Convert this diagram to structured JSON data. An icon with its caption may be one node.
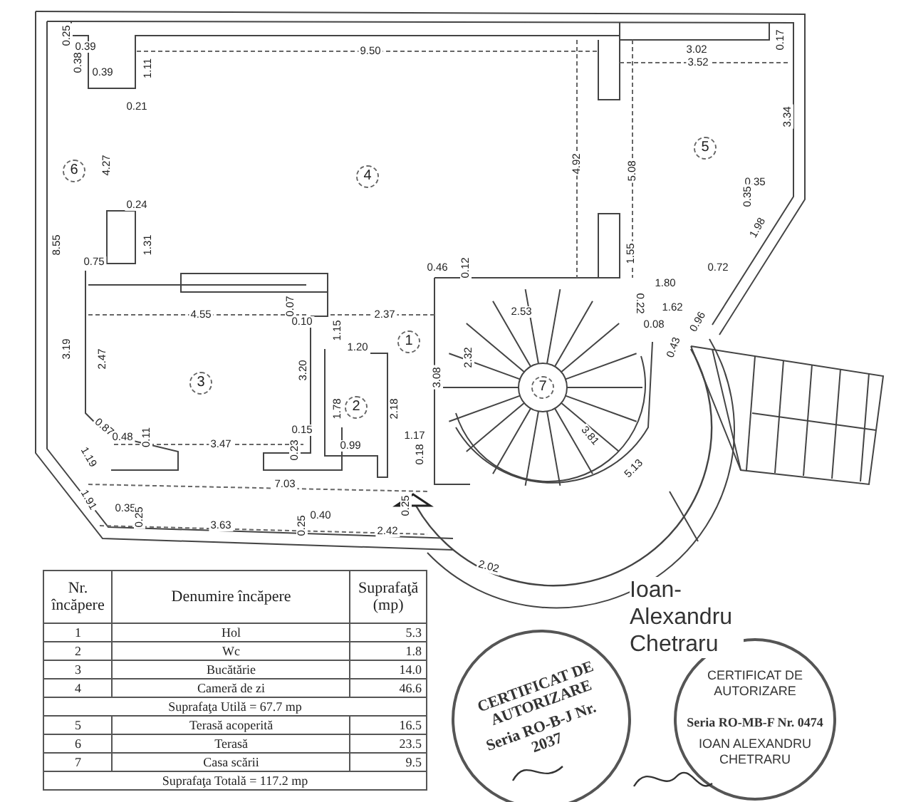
{
  "diagram": {
    "labels": [
      "0.25",
      "0.39",
      "9.50",
      "3.02",
      "0.17",
      "0.38",
      "0.39",
      "1.11",
      "3.52",
      "0.21",
      "3.34",
      "5",
      "6",
      "4.27",
      "4",
      "4.92",
      "5.08",
      "0.35",
      "0.35",
      "0.24",
      "1.98",
      "8.55",
      "1.31",
      "1.55",
      "0.75",
      "0.46",
      "0.12",
      "0.72",
      "1.80",
      "4.55",
      "0.07",
      "0.10",
      "1.15",
      "2.37",
      "2.53",
      "0.22",
      "0.08",
      "1.62",
      "0.96",
      "3.19",
      "1.20",
      "1",
      "0.43",
      "2.47",
      "2.32",
      "3",
      "3.20",
      "3.08",
      "7",
      "1.78",
      "2",
      "2.18",
      "0.87",
      "0.48",
      "0.11",
      "0.15",
      "1.17",
      "3.81",
      "1.19",
      "3.47",
      "0.23",
      "0.99",
      "0.18",
      "5.13",
      "7.03",
      "1.91",
      "0.35",
      "0.25",
      "3.63",
      "0.25",
      "0.40",
      "2.42",
      "0.25",
      "2.02",
      "Nr. încăpere",
      "Denumire încăpere",
      "Suprafaţă (mp)",
      "1",
      "Hol",
      "5.3",
      "2",
      "Wc",
      "1.8",
      "3",
      "Bucătărie",
      "14.0",
      "4",
      "Cameră de zi",
      "46.6",
      "Suprafaţa Utilă = 67.7 mp",
      "5",
      "Terasă acoperită",
      "16.5",
      "6",
      "Terasă",
      "23.5",
      "7",
      "Casa scării",
      "9.5",
      "Suprafaţa Totală = 117.2 mp",
      "Ioan-Alexandru Chetraru",
      "CERTIFICAT DE AUTORIZARE",
      "Seria RO-B-J Nr. 2037",
      "CERTIFICAT DE AUTORIZARE",
      "Seria RO-MB-F Nr. 0474",
      "IOAN ALEXANDRU CHETRARU"
    ]
  }
}
